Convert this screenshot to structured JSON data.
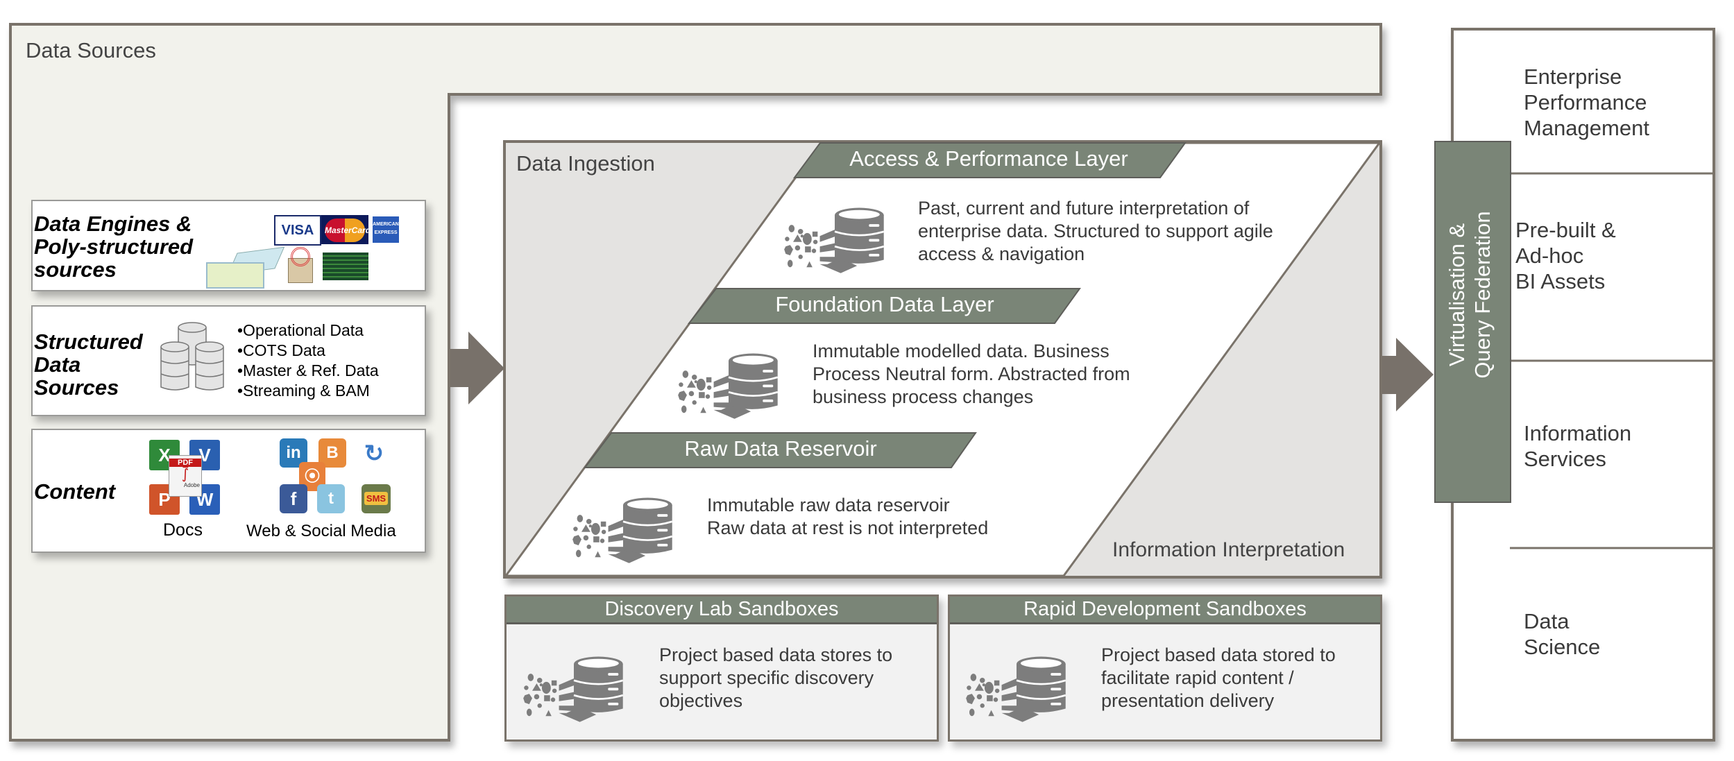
{
  "data_sources": {
    "title": "Data Sources",
    "cards": [
      {
        "title_lines": [
          "Data Engines &",
          "Poly-structured",
          "sources"
        ],
        "icons": [
          "visa-card-icon",
          "mastercard-icon",
          "amex-card-icon",
          "map-sensor-icon",
          "package-sensor-icon",
          "spreadsheet-icon",
          "document-form-icon"
        ],
        "logos": {
          "visa": "VISA",
          "mastercard": "MasterCard",
          "amex": "AMERICAN EXPRESS"
        }
      },
      {
        "title_lines": [
          "Structured",
          "Data",
          "Sources"
        ],
        "icons": [
          "database-stack-icon"
        ],
        "bullets": [
          "•Operational Data",
          "•COTS Data",
          "•Master & Ref. Data",
          "•Streaming & BAM"
        ]
      },
      {
        "title_lines": [
          "Content"
        ],
        "groups": [
          {
            "label": "Docs",
            "icons": [
              "excel-icon",
              "visio-icon",
              "pdf-icon",
              "powerpoint-icon",
              "word-icon"
            ],
            "pdf_text": "PDF",
            "adobe_text": "Adobe"
          },
          {
            "label": "Web & Social Media",
            "icons": [
              "linkedin-icon",
              "blogger-icon",
              "rss-icon",
              "email-sync-icon",
              "facebook-icon",
              "twitter-icon",
              "sms-icon"
            ],
            "sms_text": "SMS"
          }
        ]
      }
    ]
  },
  "ingestion": {
    "left_label": "Data Ingestion",
    "right_label": "Information Interpretation",
    "layers": [
      {
        "name": "Access & Performance Layer",
        "description": [
          "Past, current and future interpretation of",
          "enterprise data. Structured to support agile",
          "access & navigation"
        ]
      },
      {
        "name": "Foundation Data Layer",
        "description": [
          "Immutable modelled data. Business",
          "Process Neutral form. Abstracted from",
          "business process changes"
        ]
      },
      {
        "name": "Raw Data Reservoir",
        "description": [
          "Immutable raw data reservoir",
          "Raw data at rest is not interpreted"
        ]
      }
    ]
  },
  "sandboxes": [
    {
      "name": "Discovery Lab Sandboxes",
      "description": [
        "Project based data stores to",
        "support specific  discovery",
        "objectives"
      ]
    },
    {
      "name": "Rapid Development Sandboxes",
      "description": [
        "Project based data stored to",
        "facilitate rapid content /",
        "presentation delivery"
      ]
    }
  ],
  "virtualisation": {
    "lines": [
      "Virtualisation &",
      "Query Federation"
    ]
  },
  "consumers": [
    {
      "lines": [
        "Enterprise",
        "Performance",
        "Management"
      ]
    },
    {
      "lines": [
        "Pre-built &",
        "Ad-hoc",
        "BI Assets"
      ]
    },
    {
      "lines": [
        "Information",
        "Services"
      ]
    },
    {
      "lines": [
        "Data",
        "Science"
      ]
    }
  ],
  "colors": {
    "band_green": "#7a8577",
    "frame_border": "#7a736a",
    "panel_cream": "#f2f2ec",
    "ingestion_grey": "#e4e3e1",
    "icon_grey": "#7d7d7d"
  }
}
